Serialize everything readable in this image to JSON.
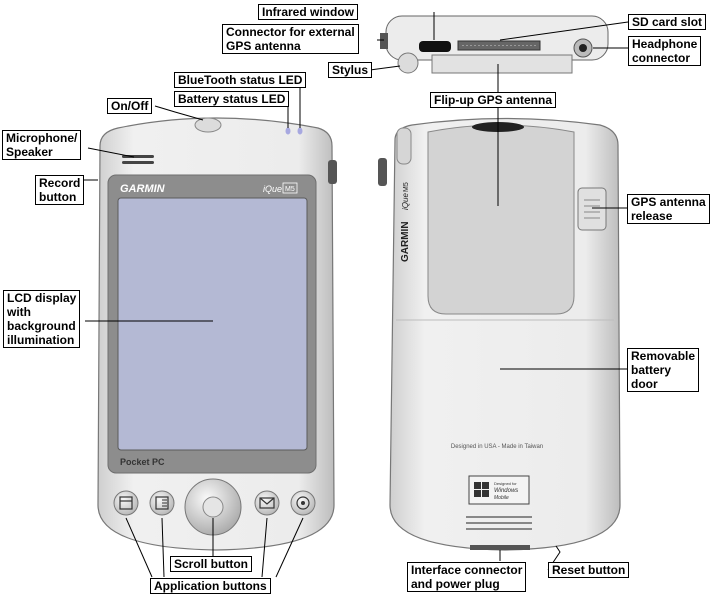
{
  "callouts": {
    "infrared_window": "Infrared window",
    "sd_card_slot": "SD card slot",
    "ext_antenna_line1": "Connector for external",
    "ext_antenna_line2": "GPS antenna",
    "headphone_line1": "Headphone",
    "headphone_line2": "connector",
    "stylus": "Stylus",
    "bluetooth_led": "BlueTooth status LED",
    "flipup_antenna": "Flip-up GPS antenna",
    "battery_led": "Battery status LED",
    "on_off": "On/Off",
    "microphone_line1": "Microphone/",
    "microphone_line2": "Speaker",
    "record_line1": "Record",
    "record_line2": "button",
    "antenna_release_line1": "GPS antenna",
    "antenna_release_line2": "release",
    "lcd_line1": "LCD display",
    "lcd_line2": "with",
    "lcd_line3": "background",
    "lcd_line4": "illumination",
    "battery_door_line1": "Removable",
    "battery_door_line2": "battery",
    "battery_door_line3": "door",
    "scroll_button": "Scroll button",
    "interface_line1": "Interface connector",
    "interface_line2": "and power plug",
    "reset_button": "Reset button",
    "application_buttons": "Application buttons"
  },
  "device": {
    "brand": "GARMIN",
    "model": "iQue",
    "model_suffix": "M5",
    "platform": "Pocket PC",
    "back_text": "Designed in USA - Made in Taiwan",
    "windows_logo_small": "Designed for",
    "windows_logo_line1": "Windows",
    "windows_logo_line2": "Mobile"
  },
  "colors": {
    "device_body": "#e6e6e6",
    "screen": "#b4b9d4",
    "bezel": "#8d8d8d",
    "antenna": "#d3d3d3"
  }
}
